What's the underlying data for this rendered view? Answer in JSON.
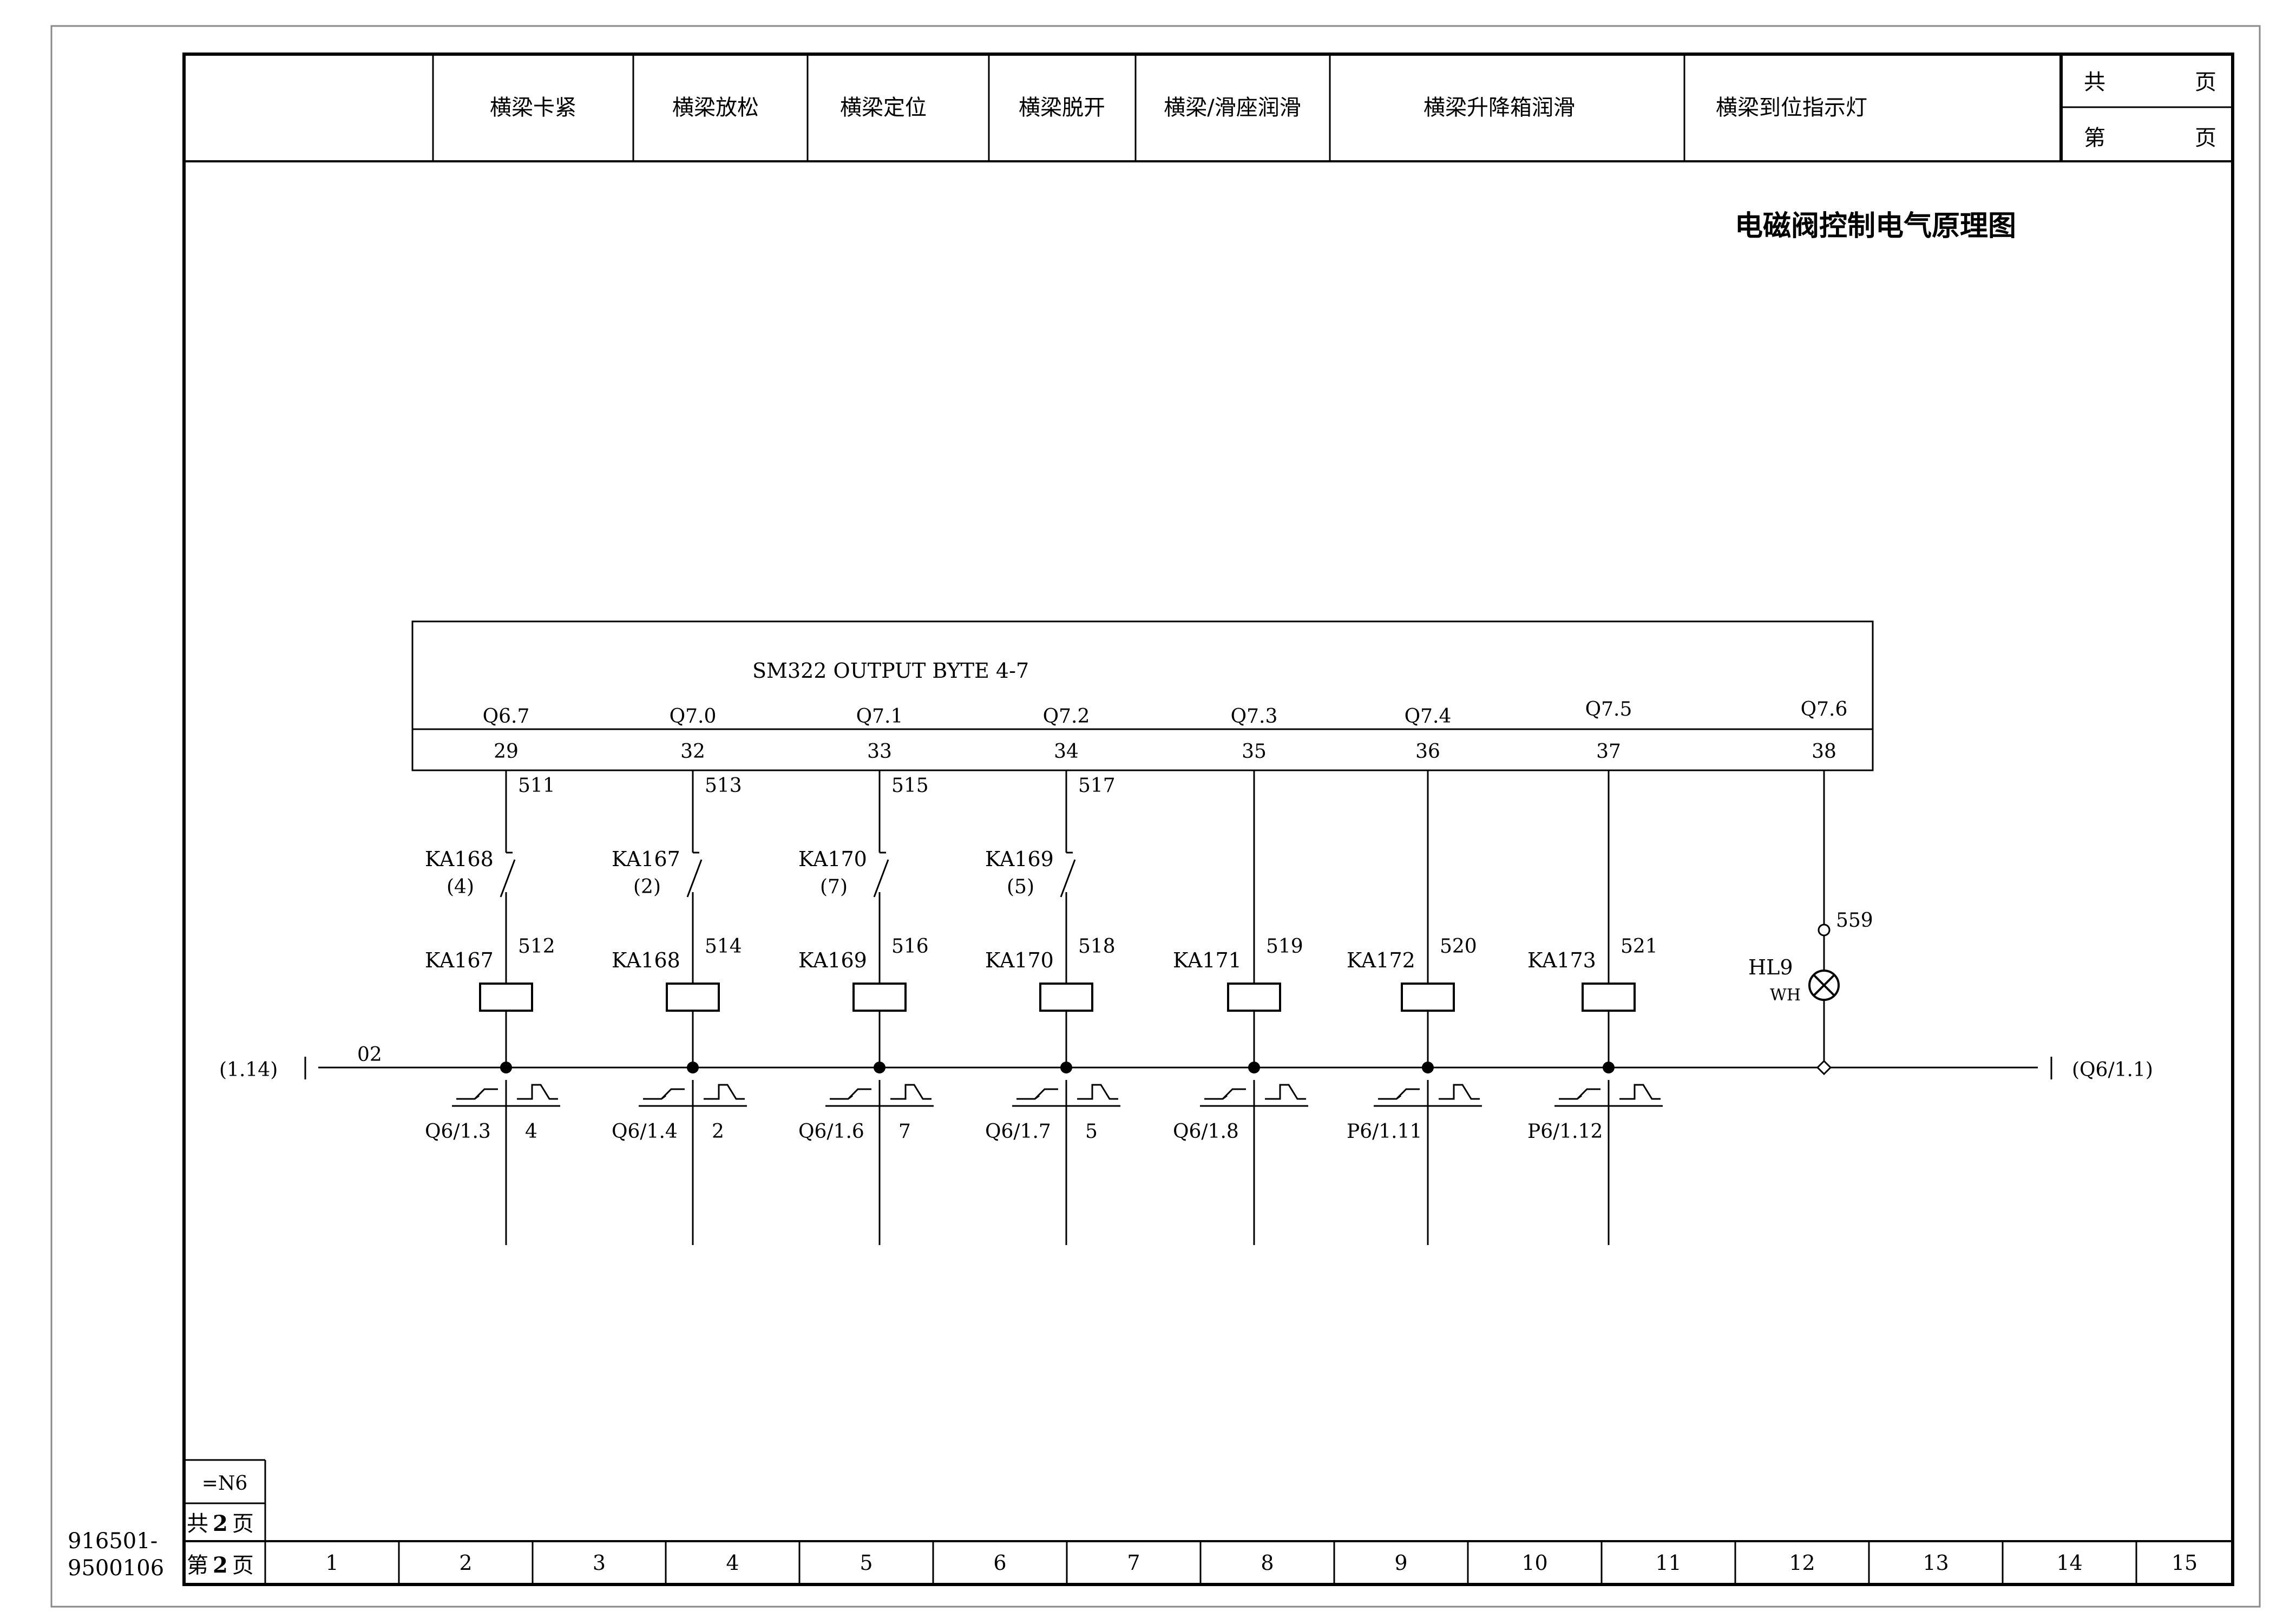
{
  "header": {
    "cells": [
      "横梁卡紧",
      "横梁放松",
      "横梁定位",
      "横梁脱开",
      "横梁/滑座润滑",
      "横梁升降箱润滑",
      "横梁到位指示灯"
    ],
    "page_total_char": "共",
    "page_char": "页",
    "page_current_char": "第"
  },
  "title": "电磁阀控制电气原理图",
  "plc": {
    "label": "SM322 OUTPUT BYTE 4-7",
    "channels": [
      {
        "addr": "Q6.7",
        "terminal": "29",
        "wire": "511",
        "contact": "KA168",
        "contact_ref": "(4)",
        "coil_wire": "512",
        "coil": "KA167",
        "ref": "Q6/1.3",
        "ref_no": "4"
      },
      {
        "addr": "Q7.0",
        "terminal": "32",
        "wire": "513",
        "contact": "KA167",
        "contact_ref": "(2)",
        "coil_wire": "514",
        "coil": "KA168",
        "ref": "Q6/1.4",
        "ref_no": "2"
      },
      {
        "addr": "Q7.1",
        "terminal": "33",
        "wire": "515",
        "contact": "KA170",
        "contact_ref": "(7)",
        "coil_wire": "516",
        "coil": "KA169",
        "ref": "Q6/1.6",
        "ref_no": "7"
      },
      {
        "addr": "Q7.2",
        "terminal": "34",
        "wire": "517",
        "contact": "KA169",
        "contact_ref": "(5)",
        "coil_wire": "518",
        "coil": "KA170",
        "ref": "Q6/1.7",
        "ref_no": "5"
      },
      {
        "addr": "Q7.3",
        "terminal": "35",
        "coil_wire": "519",
        "coil": "KA171",
        "ref": "Q6/1.8"
      },
      {
        "addr": "Q7.4",
        "terminal": "36",
        "coil_wire": "520",
        "coil": "KA172",
        "ref": "P6/1.11"
      },
      {
        "addr": "Q7.5",
        "terminal": "37",
        "coil_wire": "521",
        "coil": "KA173",
        "ref": "P6/1.12"
      },
      {
        "addr": "Q7.6",
        "terminal": "38",
        "lamp_wire": "559",
        "lamp": "HL9",
        "lamp_color": "WH"
      }
    ]
  },
  "common_bus": {
    "left_ref": "(1.14)",
    "wire": "02",
    "right_ref": "(Q6/1.1)"
  },
  "bottom": {
    "columns": [
      "1",
      "2",
      "3",
      "4",
      "5",
      "6",
      "7",
      "8",
      "9",
      "10",
      "11",
      "12",
      "13",
      "14",
      "15"
    ],
    "location": "=N6",
    "total_prefix": "共",
    "total_pages": "2",
    "total_suffix": "页",
    "current_prefix": "第",
    "current_page": "2",
    "current_suffix": "页"
  },
  "drawing_no": {
    "line1": "916501-",
    "line2": "9500106"
  }
}
